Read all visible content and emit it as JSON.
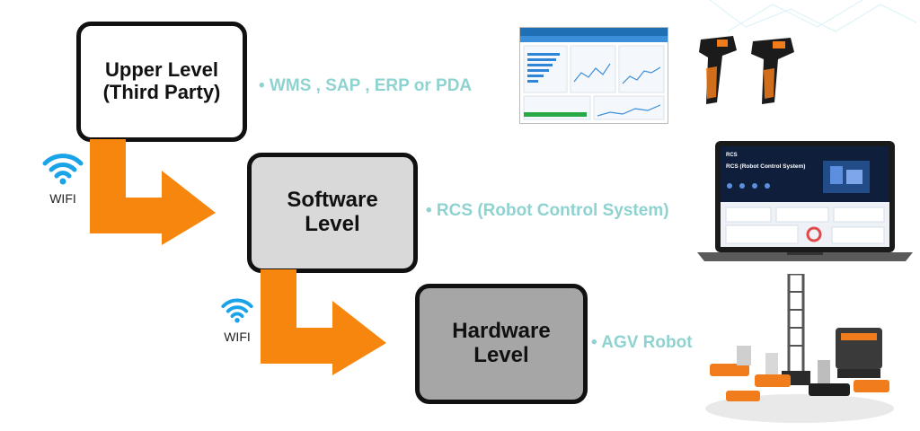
{
  "levels": {
    "upper": {
      "label": "Upper Level\n(Third Party)",
      "description": "• WMS , SAP , ERP or PDA"
    },
    "software": {
      "label": "Software\nLevel",
      "description": "• RCS (Robot Control System)"
    },
    "hardware": {
      "label": "Hardware\nLevel",
      "description": "• AGV Robot"
    }
  },
  "links": [
    {
      "label": "WIFI",
      "icon": "wifi-icon"
    },
    {
      "label": "WIFI",
      "icon": "wifi-icon"
    }
  ],
  "laptop_screen": {
    "brand": "RCS",
    "title": "RCS (Robot Control System)"
  },
  "colors": {
    "arrow": "#f7860f",
    "description_text": "#8fd3d1",
    "wifi": "#1aa3e8",
    "upper_box": "#ffffff",
    "software_box": "#d9d9d9",
    "hardware_box": "#a6a6a6"
  }
}
